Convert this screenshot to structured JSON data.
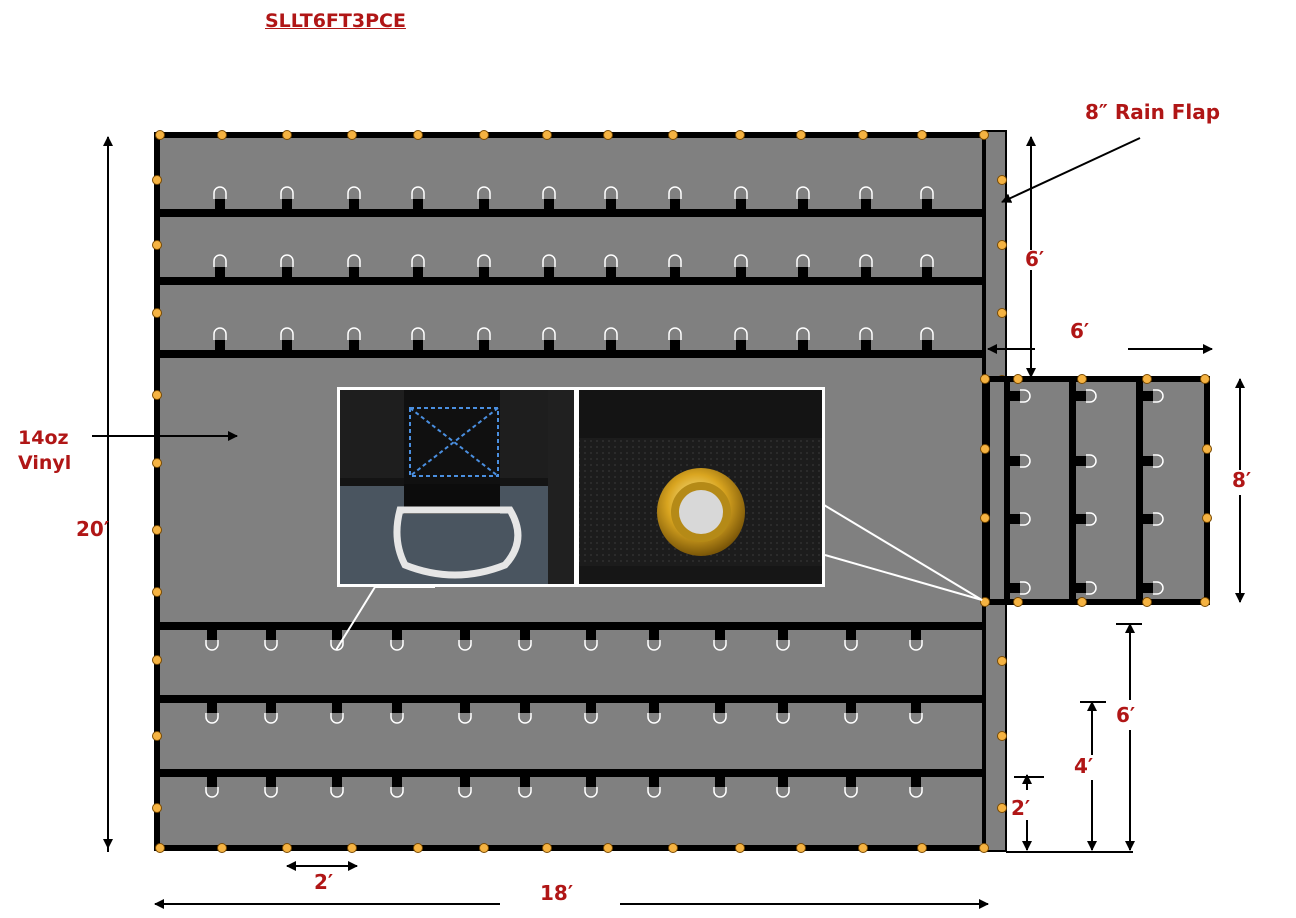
{
  "title": "SLLT6FT3PCE",
  "labels": {
    "rain_flap": "8″ Rain Flap",
    "material_line1": "14oz",
    "material_line2": "Vinyl",
    "height_total": "20′",
    "width_total": "18′",
    "drop_spacing": "2′",
    "flap_drop": "6′",
    "flap_width": "6′",
    "flap_height": "8′",
    "dim_6": "6′",
    "dim_4": "4′",
    "dim_2": "2′"
  },
  "colors": {
    "tarp": "#808080",
    "webbing": "#000000",
    "grommet": "#f5b342",
    "label": "#b01616",
    "callout": "#ffffff"
  },
  "icons": {
    "d_ring": "d-ring-icon",
    "grommet": "grommet-icon"
  }
}
